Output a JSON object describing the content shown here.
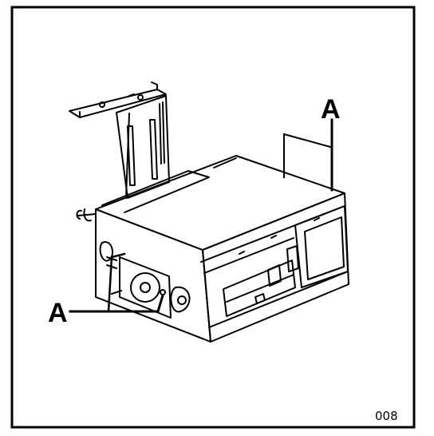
{
  "figure": {
    "callouts": [
      {
        "id": "top-right",
        "label": "A"
      },
      {
        "id": "bottom-left",
        "label": "A"
      }
    ],
    "figure_number": "008"
  },
  "colors": {
    "ink": "#000000",
    "paper": "#ffffff"
  }
}
